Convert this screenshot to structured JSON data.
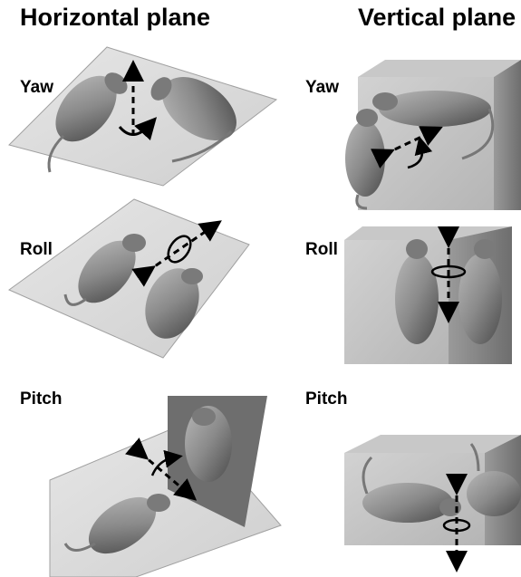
{
  "titles": {
    "horizontal": "Horizontal plane",
    "vertical": "Vertical plane"
  },
  "labels": {
    "h_yaw": "Yaw",
    "h_roll": "Roll",
    "h_pitch": "Pitch",
    "v_yaw": "Yaw",
    "v_roll": "Roll",
    "v_pitch": "Pitch"
  },
  "colors": {
    "plane_light": "#dcdcdc",
    "plane_edge": "#9a9a9a",
    "wall_dark": "#7a7a7a",
    "cube_top": "#c8c8c8",
    "cube_side": "#8a8a8a",
    "rat_body": "#8c8c8c",
    "rat_dark": "#555555",
    "arrow": "#000000"
  },
  "icons": {
    "rat": "rat-figure",
    "axis": "dashed-double-arrow",
    "rotation": "curved-rotation-arrow"
  }
}
